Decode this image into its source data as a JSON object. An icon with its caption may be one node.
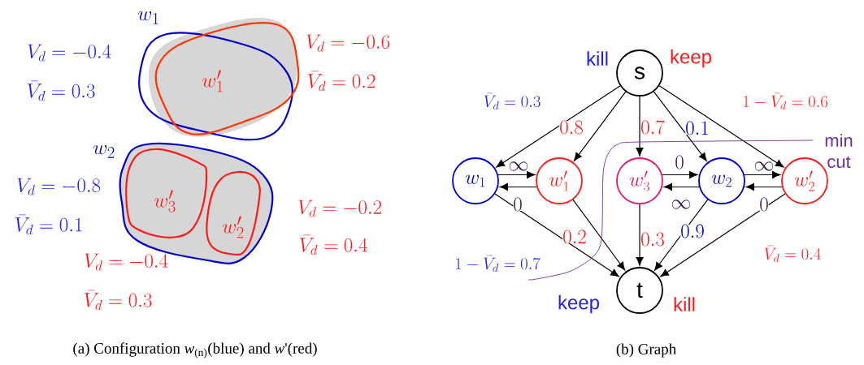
{
  "diagram": {
    "nodes": [
      {
        "text": [
          "w_1"
        ],
        "beside": [
          "V_d=-0.4",
          "\\bar{V}_d=0.3"
        ]
      },
      {
        "text": [
          "w'_1"
        ],
        "beside": [
          "V_d=-0.6",
          "\\bar{V}_d=0.2"
        ]
      },
      {
        "text": [
          "w_2"
        ],
        "beside": [
          "V_d=-0.8",
          "\\bar{V}_d=0.1"
        ]
      },
      {
        "text": [
          "w'_3"
        ],
        "in": 2,
        "beside": [
          "V_d=-0.4",
          "\\bar{V}_d=0.3"
        ]
      },
      {
        "text": [
          "w'_2"
        ],
        "in": 2,
        "beside": [
          "V_d=-0.2",
          "\\bar{V}_d=0.4"
        ]
      },
      {
        "text": [
          "s"
        ],
        "beside": [
          "kill",
          "keep"
        ]
      },
      {
        "text": [
          "w_1"
        ]
      },
      {
        "text": [
          "w'_1"
        ]
      },
      {
        "text": [
          "w'_3"
        ]
      },
      {
        "text": [
          "w_2"
        ]
      },
      {
        "text": [
          "w'_2"
        ]
      },
      {
        "text": [
          "t"
        ],
        "beside": [
          "keep",
          "kill"
        ]
      }
    ],
    "edges": [
      {
        "from": 5,
        "to": 6,
        "arrow": "to",
        "label": "\\bar{V}_d=0.3"
      },
      {
        "from": 5,
        "to": 7,
        "arrow": "to",
        "label": "0.8"
      },
      {
        "from": 5,
        "to": 8,
        "arrow": "to",
        "label": "0.7"
      },
      {
        "from": 5,
        "to": 9,
        "arrow": "to",
        "label": "0.1"
      },
      {
        "from": 5,
        "to": 10,
        "arrow": "to",
        "label": "1-\\bar{V}_d=0.6"
      },
      {
        "from": 6,
        "to": 7,
        "arrow": "to",
        "label": "\\infty"
      },
      {
        "from": 7,
        "to": 6,
        "arrow": "to",
        "label": "0"
      },
      {
        "from": 8,
        "to": 9,
        "arrow": "to",
        "label": "0"
      },
      {
        "from": 9,
        "to": 8,
        "arrow": "to",
        "label": "\\infty"
      },
      {
        "from": 9,
        "to": 10,
        "arrow": "to",
        "label": "\\infty"
      },
      {
        "from": 10,
        "to": 9,
        "arrow": "to",
        "label": "0"
      },
      {
        "from": 6,
        "to": 11,
        "arrow": "to",
        "label": "1-\\bar{V}_d=0.7"
      },
      {
        "from": 7,
        "to": 11,
        "arrow": "to",
        "label": "0.2"
      },
      {
        "from": 8,
        "to": 11,
        "arrow": "to",
        "label": "0.3"
      },
      {
        "from": 9,
        "to": 11,
        "arrow": "to",
        "label": "0.9"
      },
      {
        "from": 10,
        "to": 11,
        "arrow": "to",
        "label": "\\bar{V}_d=0.4"
      }
    ],
    "labels": [
      "min cut",
      "(a) Configuration *w*$_{(n)}$(blue) and *w*'(red)",
      "(b) Graph"
    ]
  }
}
